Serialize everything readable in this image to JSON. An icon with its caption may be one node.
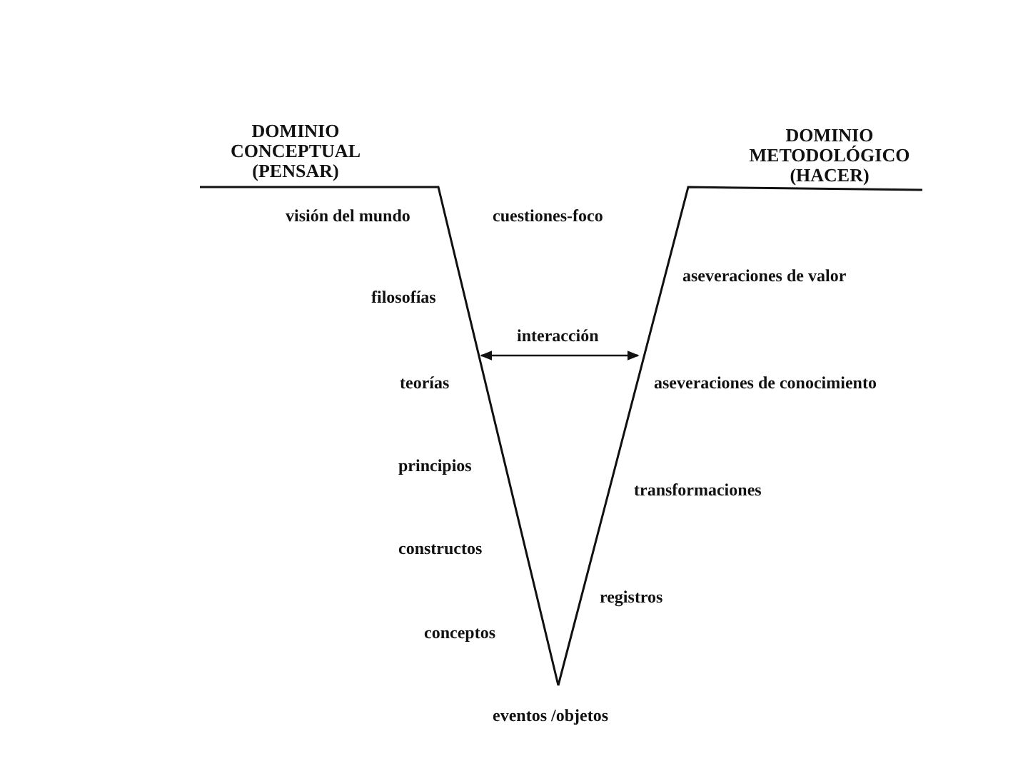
{
  "diagram": {
    "labels": [
      "DOMINIO CONCEPTUAL (PENSAR)",
      "DOMINIO METODOLÓGICO (HACER)",
      "visión del mundo",
      "cuestiones-foco",
      "aseveraciones de valor",
      "filosofías",
      "interacción",
      "teorías",
      "aseveraciones de conocimiento",
      "principios",
      "transformaciones",
      "constructos",
      "registros",
      "conceptos",
      "eventos /objetos"
    ]
  }
}
